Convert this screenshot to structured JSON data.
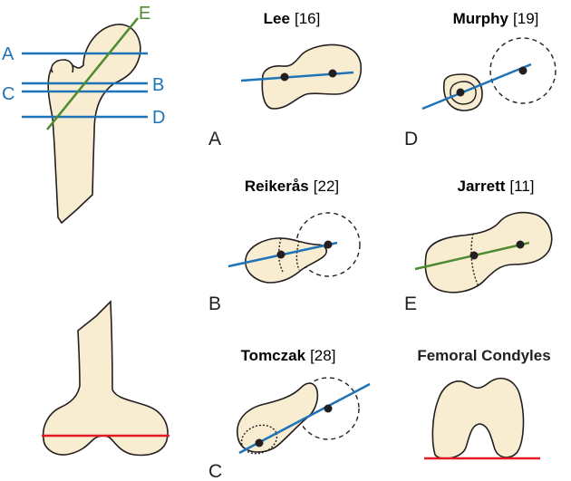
{
  "colors": {
    "bone_fill": "#f8ecd1",
    "outline": "#231f20",
    "blue": "#1f73b7",
    "green": "#4e8a2f",
    "red": "#e21b23"
  },
  "femur_labels": {
    "A": "A",
    "B": "B",
    "C": "C",
    "D": "D",
    "E": "E"
  },
  "panels": {
    "lee": {
      "name": "Lee",
      "ref": "[16]",
      "letter": "A"
    },
    "murphy": {
      "name": "Murphy",
      "ref": "[19]",
      "letter": "D"
    },
    "reikeras": {
      "name": "Reikerås",
      "ref": "[22]",
      "letter": "B"
    },
    "jarrett": {
      "name": "Jarrett",
      "ref": "[11]",
      "letter": "E"
    },
    "tomczak": {
      "name": "Tomczak",
      "ref": "[28]",
      "letter": "C"
    },
    "condyles": {
      "name": "Femoral Condyles"
    }
  }
}
